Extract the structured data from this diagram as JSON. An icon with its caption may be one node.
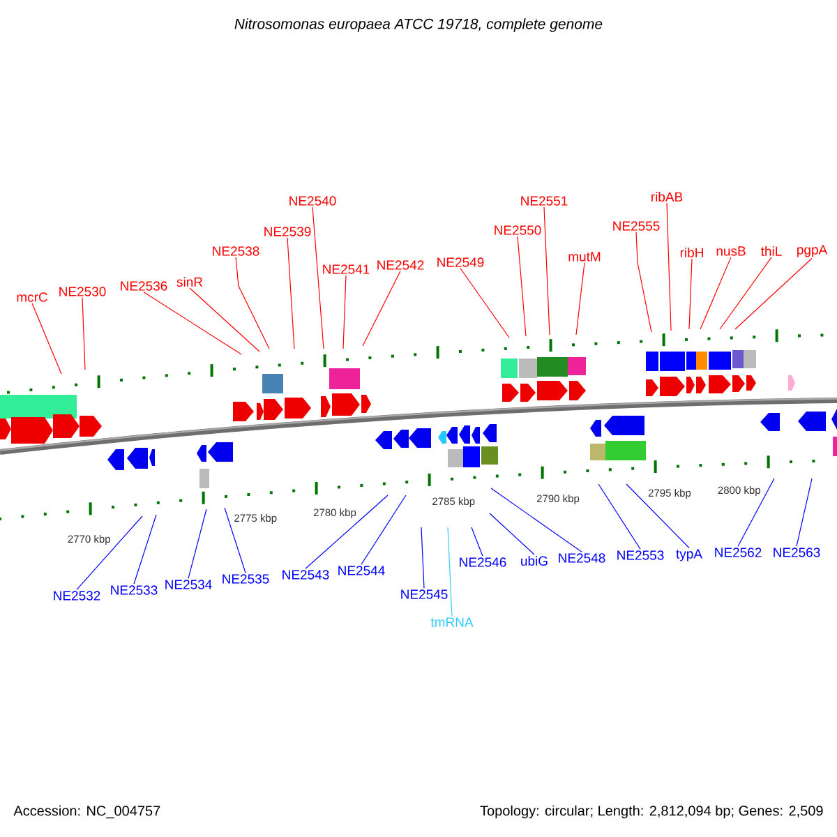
{
  "diagram": {
    "title": "Nitrosomonas europaea ATCC 19718, complete genome",
    "nodes": [
      {
        "text": [
          "mcrC"
        ]
      },
      {
        "text": [
          "NE2530"
        ]
      },
      {
        "text": [
          "NE2536"
        ]
      },
      {
        "text": [
          "sinR"
        ]
      },
      {
        "text": [
          "NE2538"
        ]
      },
      {
        "text": [
          "NE2539"
        ]
      },
      {
        "text": [
          "NE2540"
        ]
      },
      {
        "text": [
          "NE2541"
        ]
      },
      {
        "text": [
          "NE2542"
        ]
      },
      {
        "text": [
          "NE2549"
        ]
      },
      {
        "text": [
          "NE2550"
        ]
      },
      {
        "text": [
          "NE2551"
        ]
      },
      {
        "text": [
          "mutM"
        ]
      },
      {
        "text": [
          "NE2555"
        ]
      },
      {
        "text": [
          "ribAB"
        ]
      },
      {
        "text": [
          "ribH"
        ]
      },
      {
        "text": [
          "nusB"
        ]
      },
      {
        "text": [
          "thiL"
        ]
      },
      {
        "text": [
          "pgpA"
        ]
      },
      {
        "text": [
          "NE2532"
        ]
      },
      {
        "text": [
          "NE2533"
        ]
      },
      {
        "text": [
          "NE2534"
        ]
      },
      {
        "text": [
          "NE2535"
        ]
      },
      {
        "text": [
          "NE2543"
        ]
      },
      {
        "text": [
          "NE2544"
        ]
      },
      {
        "text": [
          "NE2545"
        ]
      },
      {
        "text": [
          "tmRNA"
        ]
      },
      {
        "text": [
          "NE2546"
        ]
      },
      {
        "text": [
          "ubiG"
        ]
      },
      {
        "text": [
          "NE2548"
        ]
      },
      {
        "text": [
          "NE2553"
        ]
      },
      {
        "text": [
          "typA"
        ]
      },
      {
        "text": [
          "NE2562"
        ]
      },
      {
        "text": [
          "NE2563"
        ]
      }
    ],
    "edges": [
      {
        "from": 0,
        "to": null,
        "arrow": "none"
      },
      {
        "from": 1,
        "to": null,
        "arrow": "none"
      },
      {
        "from": 2,
        "to": null,
        "arrow": "none"
      },
      {
        "from": 3,
        "to": null,
        "arrow": "none"
      },
      {
        "from": 4,
        "to": null,
        "arrow": "none"
      },
      {
        "from": 5,
        "to": null,
        "arrow": "none"
      },
      {
        "from": 6,
        "to": null,
        "arrow": "none"
      },
      {
        "from": 7,
        "to": null,
        "arrow": "none"
      },
      {
        "from": 8,
        "to": null,
        "arrow": "none"
      },
      {
        "from": 9,
        "to": null,
        "arrow": "none"
      },
      {
        "from": 10,
        "to": null,
        "arrow": "none"
      },
      {
        "from": 11,
        "to": null,
        "arrow": "none"
      },
      {
        "from": 12,
        "to": null,
        "arrow": "none"
      },
      {
        "from": 13,
        "to": null,
        "arrow": "none"
      },
      {
        "from": 14,
        "to": null,
        "arrow": "none"
      },
      {
        "from": 15,
        "to": null,
        "arrow": "none"
      },
      {
        "from": 16,
        "to": null,
        "arrow": "none"
      },
      {
        "from": 17,
        "to": null,
        "arrow": "none"
      },
      {
        "from": 18,
        "to": null,
        "arrow": "none"
      },
      {
        "from": 19,
        "to": null,
        "arrow": "none",
        "color": "#0000ff"
      },
      {
        "from": 20,
        "to": null,
        "arrow": "none",
        "color": "#0000ff"
      },
      {
        "from": 21,
        "to": null,
        "arrow": "none",
        "color": "#0000ff"
      },
      {
        "from": 22,
        "to": null,
        "arrow": "none",
        "color": "#0000ff"
      },
      {
        "from": 23,
        "to": null,
        "arrow": "none",
        "color": "#0000ff"
      },
      {
        "from": 24,
        "to": null,
        "arrow": "none",
        "color": "#0000ff"
      },
      {
        "from": 25,
        "to": null,
        "arrow": "none",
        "color": "#0000ff"
      },
      {
        "from": 26,
        "to": null,
        "arrow": "none",
        "color": "#33ccff"
      },
      {
        "from": 27,
        "to": null,
        "arrow": "none",
        "color": "#0000ff"
      },
      {
        "from": 28,
        "to": null,
        "arrow": "none",
        "color": "#0000ff"
      },
      {
        "from": 29,
        "to": null,
        "arrow": "none",
        "color": "#0000ff"
      },
      {
        "from": 30,
        "to": null,
        "arrow": "none",
        "color": "#0000ff"
      },
      {
        "from": 31,
        "to": null,
        "arrow": "none",
        "color": "#0000ff"
      },
      {
        "from": 32,
        "to": null,
        "arrow": "none",
        "color": "#0000ff"
      },
      {
        "from": 33,
        "to": null,
        "arrow": "none",
        "color": "#0000ff"
      }
    ],
    "labels": [
      "2770 kbp",
      "2775 kbp",
      "2780 kbp",
      "2785 kbp",
      "2790 kbp",
      "2795 kbp",
      "2800 kbp",
      "Accession: NC_004757",
      "Topology: circular; Length: 2,812,094 bp; Genes: 2,509"
    ]
  }
}
